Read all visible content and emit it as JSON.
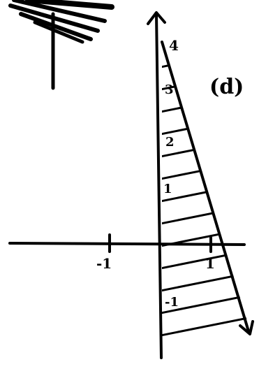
{
  "part_label": "(d)",
  "y_ticks": [
    "4",
    "3",
    "2",
    "1",
    "-1"
  ],
  "x_ticks": [
    "-1",
    "1"
  ]
}
